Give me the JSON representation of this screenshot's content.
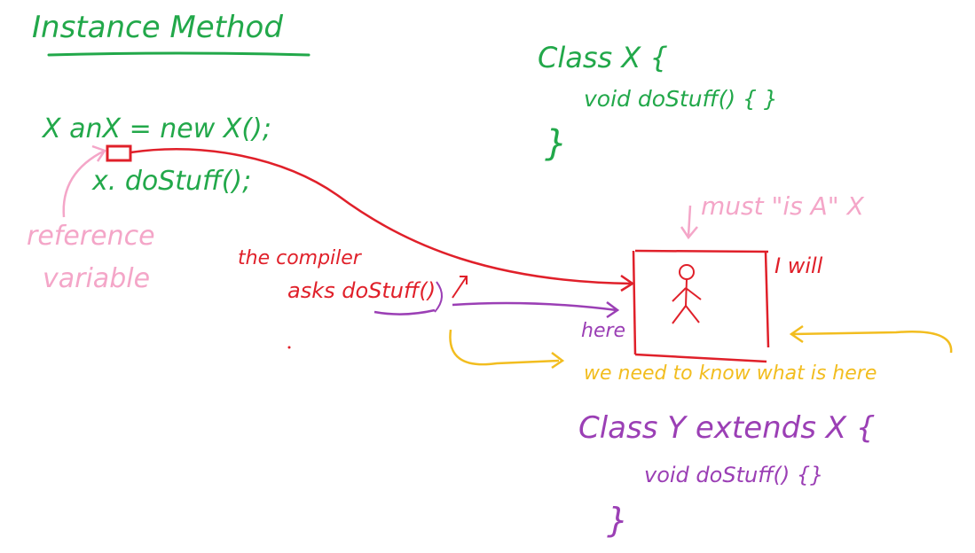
{
  "colors": {
    "green": "#22a84a",
    "red": "#e0202a",
    "pink": "#f4a6c8",
    "purple": "#9b3fb5",
    "yellow": "#f2bd1f"
  },
  "title": "Instance Method",
  "class_x": {
    "line1": "Class X {",
    "line2": "void doStuff() { }",
    "line3": "}"
  },
  "code": {
    "line1": "X anX = new X();",
    "line2": "x. doStuff();"
  },
  "labels": {
    "reference_line1": "reference",
    "reference_line2": "variable",
    "compiler_line1": "the compiler",
    "compiler_line2": "asks doStuff()",
    "here": "here",
    "must_is_a": "must \"is A\" X",
    "i_will": "I will",
    "need_to_know": "we need to know what is here"
  },
  "class_y": {
    "line1": "Class Y extends X {",
    "line2": "void doStuff() {}",
    "line3": "}"
  }
}
